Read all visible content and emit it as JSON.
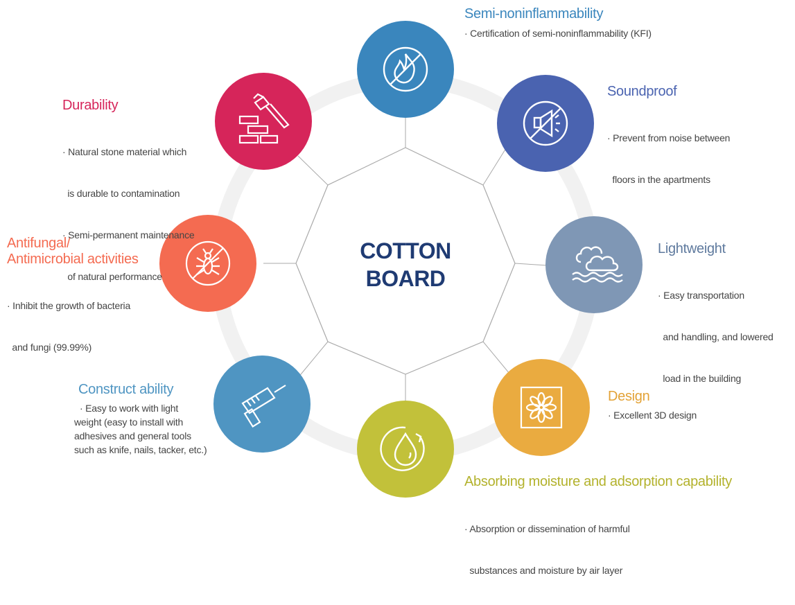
{
  "center": {
    "line1": "COTTON",
    "line2": "BOARD"
  },
  "features": {
    "semi_noninflammability": {
      "title": "Semi-noninflammability",
      "desc": [
        "· Certification of semi-noninflammability (KFI)"
      ],
      "color": "#3a86bd",
      "icon": "no-fire-icon"
    },
    "soundproof": {
      "title": "Soundproof",
      "desc": [
        "· Prevent from noise between",
        "  floors in the apartments"
      ],
      "color": "#4a63b0",
      "icon": "no-sound-icon"
    },
    "lightweight": {
      "title": "Lightweight",
      "desc": [
        "· Easy transportation",
        "  and handling, and lowered",
        "  load in the building"
      ],
      "color": "#7f97b5",
      "icon": "cloud-icon"
    },
    "design": {
      "title": "Design",
      "desc": [
        "· Excellent 3D design"
      ],
      "color": "#eaab40",
      "icon": "flower-tile-icon"
    },
    "absorbing": {
      "title": "Absorbing moisture and adsorption capability",
      "desc": [
        "· Absorption or dissemination of harmful",
        "  substances and moisture by air layer"
      ],
      "color": "#c2c13a",
      "icon": "water-drop-icon"
    },
    "construct": {
      "title": "Construct ability",
      "desc": [
        "· Easy to work with light",
        "weight (easy to install with",
        "adhesives and general tools",
        "such as knife, nails, tacker, etc.)"
      ],
      "color": "#4f95c2",
      "icon": "drill-icon"
    },
    "antifungal": {
      "title_line1": "Antifungal/",
      "title_line2": "Antimicrobial activities",
      "desc": [
        "· Inhibit the growth of bacteria",
        "  and fungi (99.99%)"
      ],
      "color": "#f46b51",
      "icon": "no-bug-icon"
    },
    "durability": {
      "title": "Durability",
      "desc": [
        "· Natural stone material which",
        "  is durable to contamination",
        "· Semi-permanent maintenance",
        "  of natural performance"
      ],
      "color": "#d6255a",
      "icon": "hammer-bricks-icon"
    }
  }
}
